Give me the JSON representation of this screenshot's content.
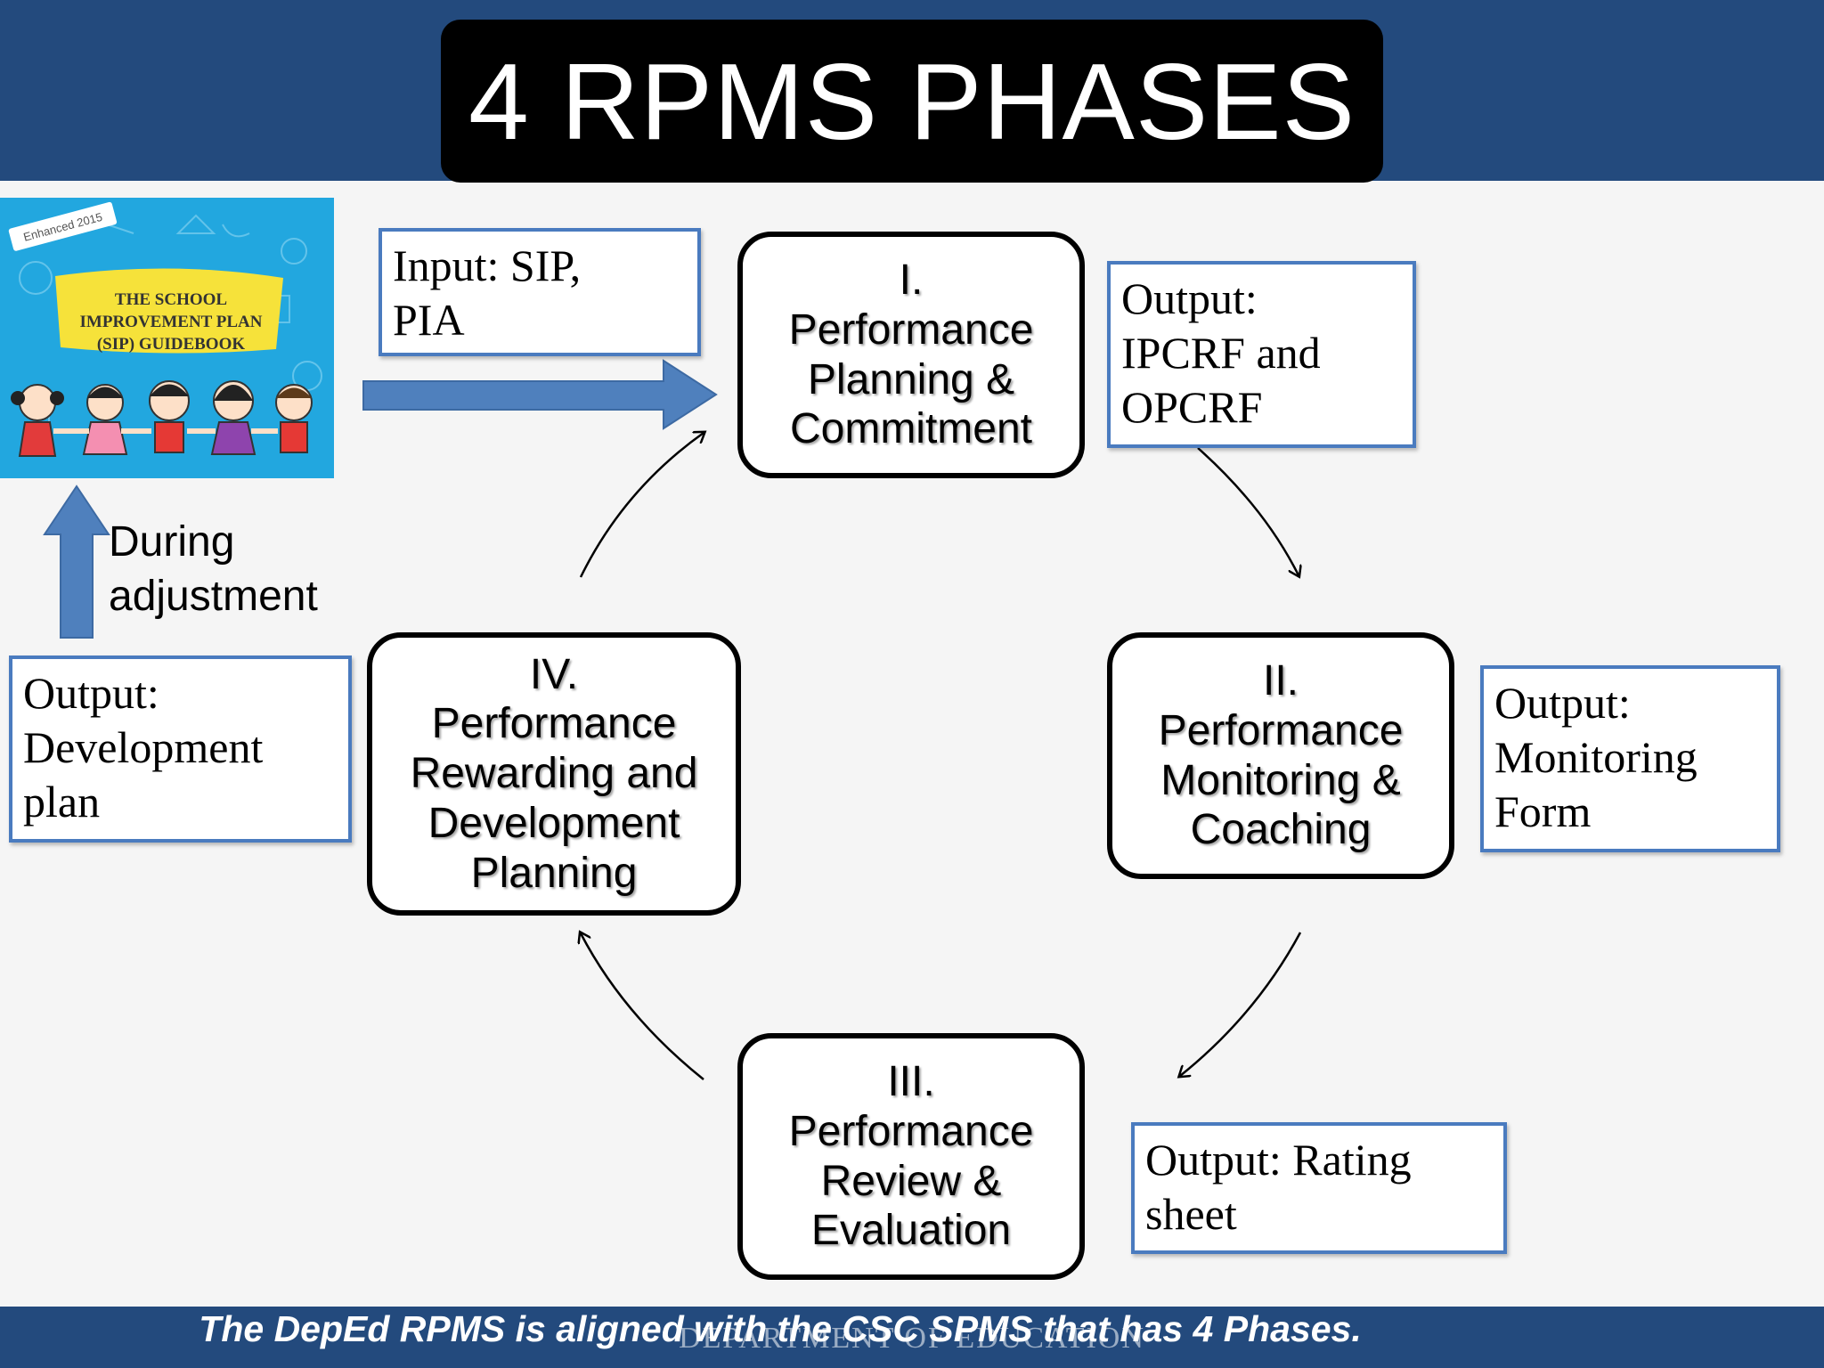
{
  "title": "4 RPMS PHASES",
  "phases": [
    {
      "label": "I.\nPerformance\nPlanning &\nCommitment"
    },
    {
      "label": "II.\nPerformance\nMonitoring &\nCoaching"
    },
    {
      "label": "III.\nPerformance\nReview &\nEvaluation"
    },
    {
      "label": "IV.\nPerformance\nRewarding and\nDevelopment\nPlanning"
    }
  ],
  "notes": {
    "input": "Input: SIP,\nPIA",
    "output_1": "Output:\nIPCRF and\nOPCRF",
    "output_2": "Output:\nMonitoring\nForm",
    "output_3": "Output: Rating\nsheet",
    "output_4": "Output:\nDevelopment\nplan"
  },
  "during_adjustment": "During\nadjustment",
  "guidebook": {
    "badge": "Enhanced 2015",
    "title_line1": "THE SCHOOL",
    "title_line2": "IMPROVEMENT PLAN",
    "title_line3": "(SIP) GUIDEBOOK"
  },
  "footer": {
    "tagline": "The DepEd RPMS is aligned with the CSC SPMS that has 4 Phases.",
    "watermark": "DEPARTMENT OF EDUCATION"
  },
  "colors": {
    "band": "#234a7d",
    "arrow_fill": "#4f80bd",
    "note_border": "#4a7bbf",
    "book_bg": "#22a7df",
    "book_title_bg": "#f6e23a"
  }
}
